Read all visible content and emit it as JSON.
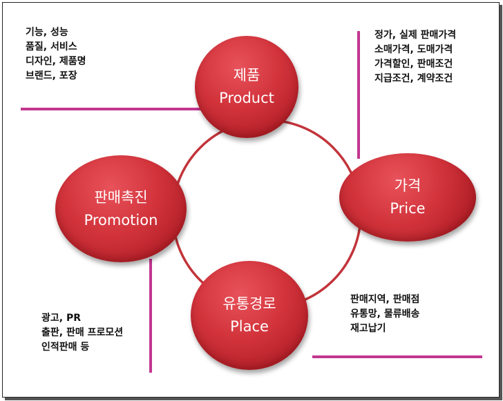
{
  "colors": {
    "node_fill": "#d2333b",
    "connector_line": "#c2378f",
    "ring_line": "#c2343a",
    "text_dark": "#111111"
  },
  "nodes": {
    "product": {
      "title": "제품",
      "subtitle": "Product"
    },
    "price": {
      "title": "가격",
      "subtitle": "Price"
    },
    "place": {
      "title": "유통경로",
      "subtitle": "Place"
    },
    "promotion": {
      "title": "판매촉진",
      "subtitle": "Promotion"
    }
  },
  "labels": {
    "product": [
      "기능, 성능",
      "품질, 서비스",
      "디자인, 제품명",
      "브랜드, 포장"
    ],
    "price": [
      "정가, 실제 판매가격",
      "소매가격, 도매가격",
      "가격할인, 판매조건",
      "지급조건, 계약조건"
    ],
    "place": [
      "판매지역, 판매점",
      "유통망, 물류배송",
      "재고납기"
    ],
    "promotion": [
      "광고, PR",
      "출판, 판매 프로모션",
      "인적판매 등"
    ]
  }
}
